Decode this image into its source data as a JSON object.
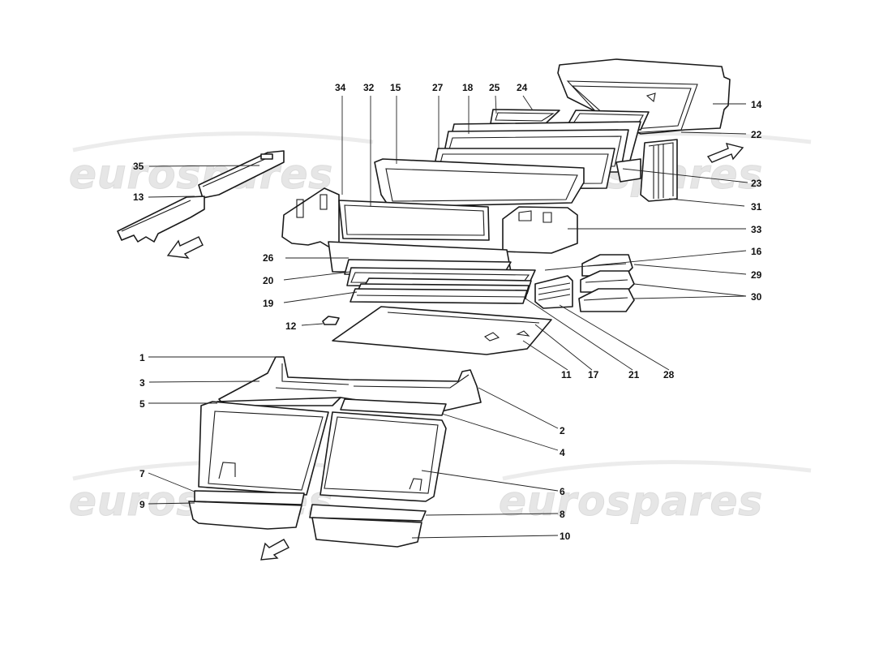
{
  "watermark": {
    "text": "eurospares"
  },
  "callouts": {
    "c1": "1",
    "c2": "2",
    "c3": "3",
    "c4": "4",
    "c5": "5",
    "c6": "6",
    "c7": "7",
    "c8": "8",
    "c9": "9",
    "c10": "10",
    "c11": "11",
    "c12": "12",
    "c13": "13",
    "c14": "14",
    "c15": "15",
    "c16": "16",
    "c17": "17",
    "c18": "18",
    "c19": "19",
    "c20": "20",
    "c21": "21",
    "c22": "22",
    "c23": "23",
    "c24": "24",
    "c25": "25",
    "c26": "26",
    "c27": "27",
    "c28": "28",
    "c29": "29",
    "c30": "30",
    "c31": "31",
    "c32": "32",
    "c33": "33",
    "c34": "34",
    "c35": "35"
  }
}
